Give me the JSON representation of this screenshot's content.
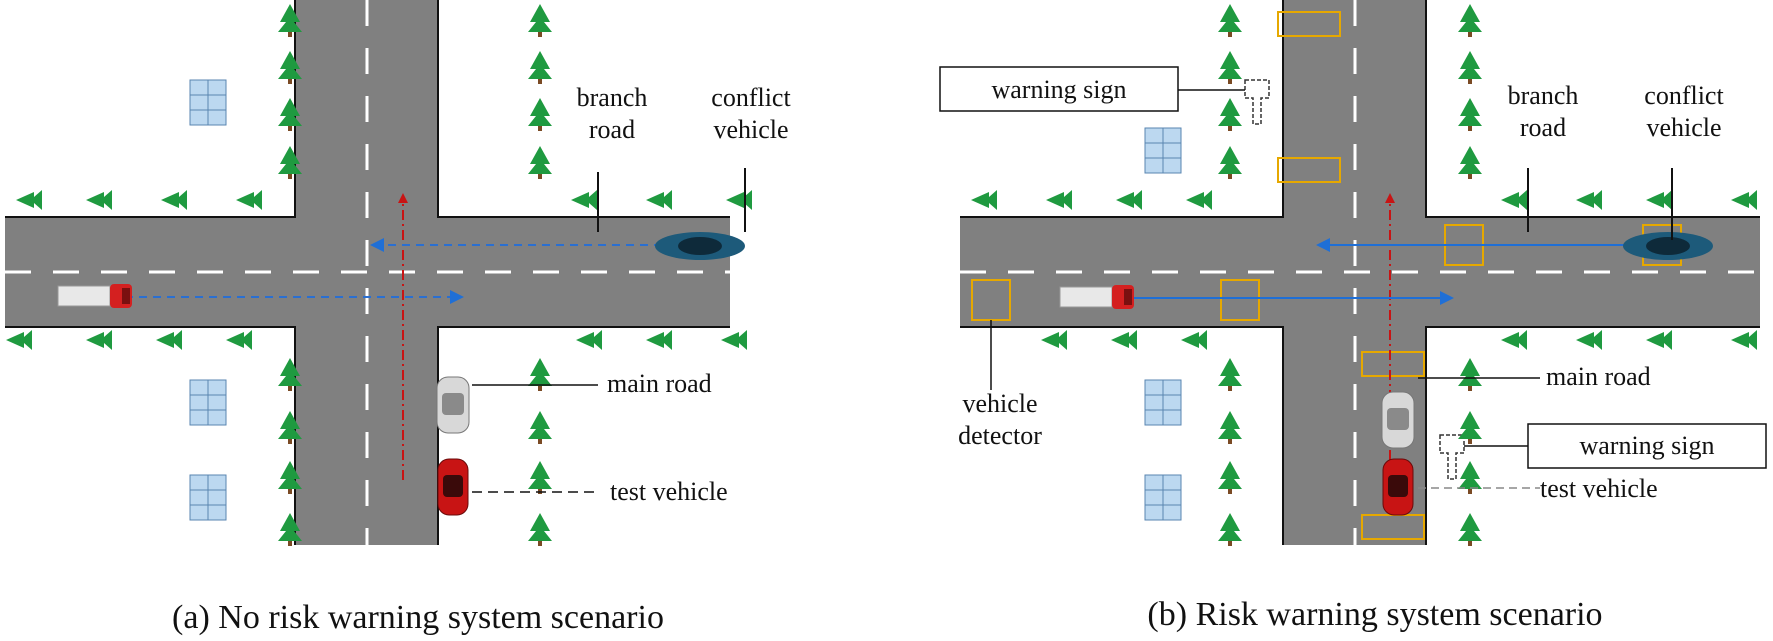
{
  "colors": {
    "road": "#808080",
    "road_edge": "#111111",
    "lane_marking": "#ffffff",
    "tree": "#1f9a40",
    "tree_trunk": "#7a4a24",
    "main_path_arrow": "#c81414",
    "conflict_arrow_a": "#2a6fd1",
    "conflict_arrow_b": "#1f6fd6",
    "detector_box": "#e6a800"
  },
  "panels": [
    {
      "id": "a",
      "caption": "(a) No risk warning system scenario",
      "labels": {
        "branch_road": [
          "branch",
          "road"
        ],
        "conflict_vehicle": [
          "conflict",
          "vehicle"
        ],
        "main_road": "main road",
        "test_vehicle": "test vehicle"
      },
      "icons": [
        "tree-icon",
        "building-icon",
        "truck-icon",
        "conflict-car-icon",
        "white-car-icon",
        "red-car-icon"
      ]
    },
    {
      "id": "b",
      "caption": "(b) Risk warning system scenario",
      "labels": {
        "warning_sign_top": "warning sign",
        "branch_road": [
          "branch",
          "road"
        ],
        "conflict_vehicle": [
          "conflict",
          "vehicle"
        ],
        "main_road": "main road",
        "warning_sign_bottom": "warning sign",
        "test_vehicle": "test vehicle",
        "vehicle_detector": [
          "vehicle",
          "detector"
        ]
      },
      "icons": [
        "tree-icon",
        "building-icon",
        "truck-icon",
        "conflict-car-icon",
        "white-car-icon",
        "red-car-icon",
        "warning-sign-icon",
        "vehicle-detector-icon"
      ]
    }
  ]
}
